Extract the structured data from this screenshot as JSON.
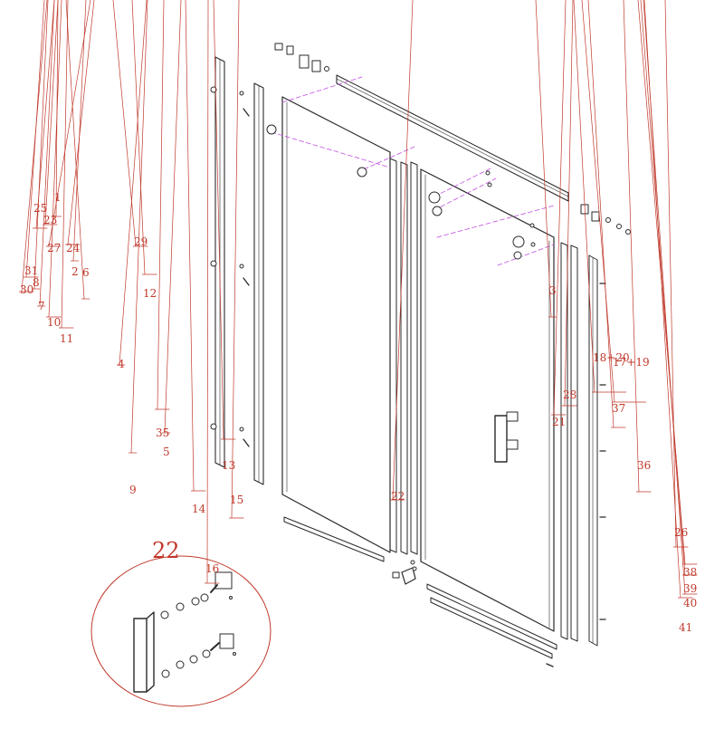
{
  "callout_color": "#c0392b",
  "line_color": "#2a2a2a",
  "axis_color": "#c050e0",
  "parts": [
    "25",
    "23",
    "1",
    "27",
    "24",
    "31",
    "30",
    "8",
    "7",
    "10",
    "11",
    "2",
    "6",
    "29",
    "12",
    "4",
    "9",
    "35",
    "5",
    "14",
    "16",
    "13",
    "15",
    "22",
    "3",
    "28",
    "21",
    "18+20",
    "17+19",
    "37",
    "36",
    "26",
    "38",
    "39",
    "40",
    "41"
  ],
  "detail": {
    "label": "22"
  }
}
